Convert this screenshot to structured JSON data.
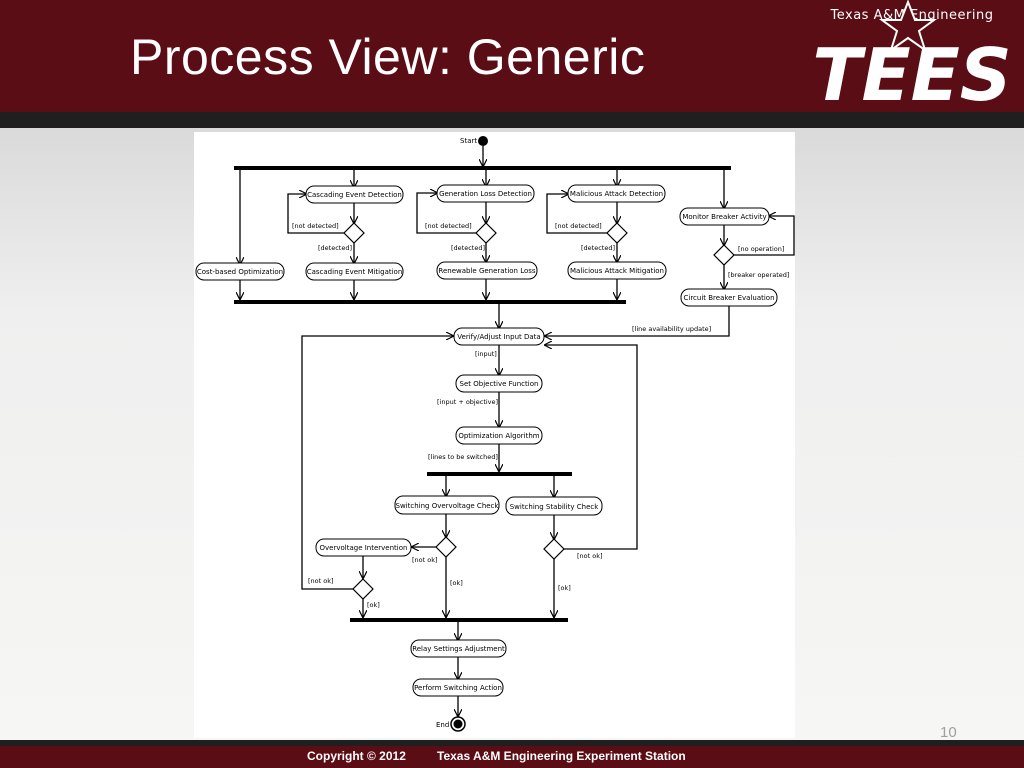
{
  "slide": {
    "title": "Process View: Generic",
    "logo_text": "Texas A&M Engineering",
    "logo_mark": "TEES",
    "page_number": "10",
    "copyright": "Copyright © 2012",
    "organization": "Texas A&M Engineering Experiment Station"
  },
  "colors": {
    "maroon": "#5a0d14",
    "strip": "#1f1f1f"
  },
  "diagram": {
    "start_label": "Start",
    "end_label": "End",
    "nodes": {
      "cascading_detection": "Cascading Event Detection",
      "generation_loss_detection": "Generation Loss Detection",
      "malicious_detection": "Malicious Attack Detection",
      "monitor_breaker": "Monitor Breaker Activity",
      "cost_based": "Cost-based Optimization",
      "cascading_mitigation": "Cascading Event Mitigation",
      "renewable_loss": "Renewable Generation Loss",
      "malicious_mitigation": "Malicious Attack Mitigation",
      "circuit_breaker_eval": "Circuit Breaker Evaluation",
      "verify_input": "Verify/Adjust Input Data",
      "set_objective": "Set Objective Function",
      "optimization": "Optimization Algorithm",
      "overvoltage_check": "Switching Overvoltage Check",
      "stability_check": "Switching Stability Check",
      "overvoltage_intervention": "Overvoltage Intervention",
      "relay_settings": "Relay Settings Adjustment",
      "perform_switching": "Perform Switching Action"
    },
    "guards": {
      "not_detected": "[not detected]",
      "detected": "[detected]",
      "no_operation": "[no operation]",
      "breaker_operated": "[breaker operated]",
      "line_availability": "[line availability update]",
      "input": "[input]",
      "input_objective": "[input + objective]",
      "lines_switched": "[lines to be switched]",
      "not_ok": "[not ok]",
      "ok": "[ok]"
    }
  }
}
